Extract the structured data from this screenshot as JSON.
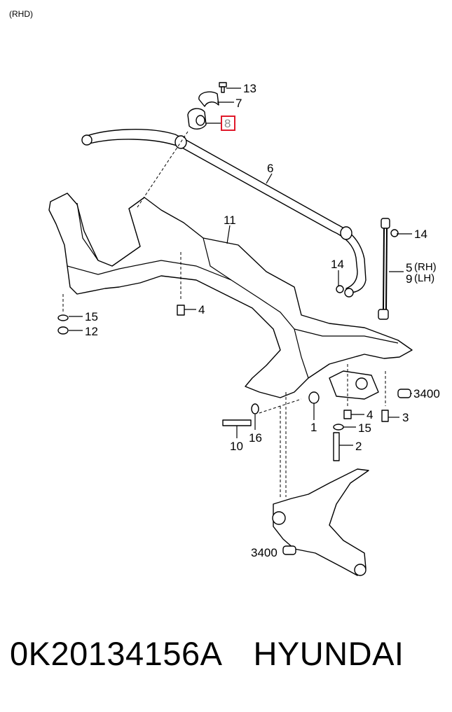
{
  "diagram": {
    "note": "(RHD)",
    "callouts": {
      "c13": "13",
      "c7": "7",
      "c8": "8",
      "c6": "6",
      "c11": "11",
      "c14a": "14",
      "c14b": "14",
      "c5": "5",
      "c5rh": "(RH)",
      "c9": "9",
      "c9lh": "(LH)",
      "c15a": "15",
      "c12": "12",
      "c4a": "4",
      "c3400a": "3400",
      "c4b": "4",
      "c3": "3",
      "c15b": "15",
      "c2": "2",
      "c1": "1",
      "c10": "10",
      "c16": "16",
      "c3400b": "3400"
    },
    "highlight_color": "#e0192a"
  },
  "caption": {
    "part_number": "0K20134156A",
    "brand": "HYUNDAI"
  }
}
